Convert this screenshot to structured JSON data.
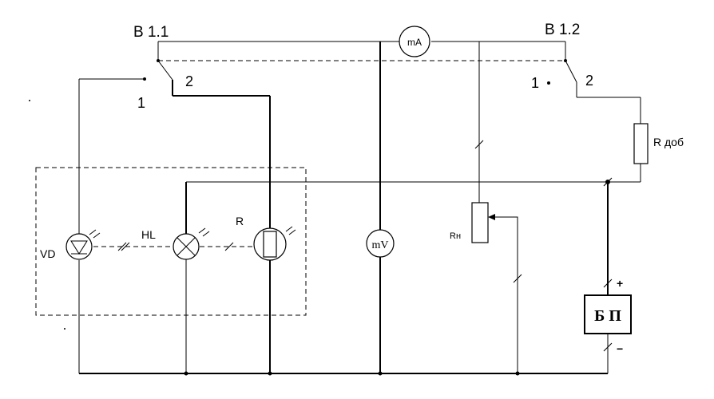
{
  "labels": {
    "switch_b1_1": "B 1.1",
    "switch_b1_2": "B 1.2",
    "pos1_left": "1",
    "pos2_left": "2",
    "pos1_right": "1",
    "pos2_right": "2",
    "milliammeter": "mA",
    "millivoltmeter": "mV",
    "photodiode": "VD",
    "lamp": "HL",
    "photoresistor": "R",
    "load_resistor": "Rн",
    "added_resistor": "R доб",
    "power_supply": "Б П",
    "plus": "+",
    "minus": "−"
  }
}
